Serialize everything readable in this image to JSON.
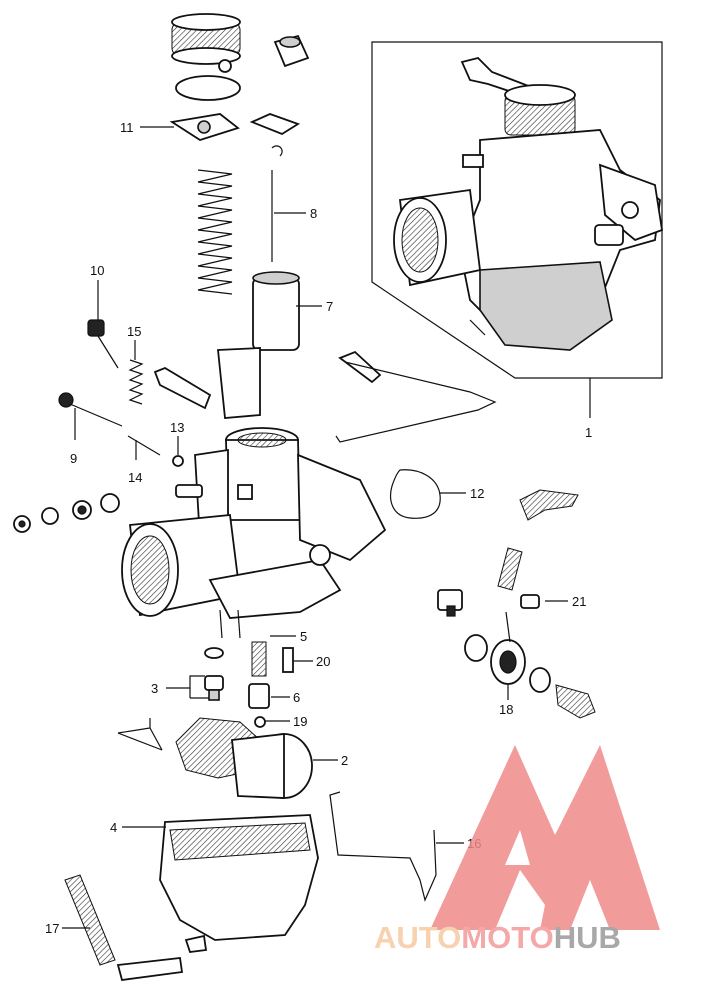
{
  "diagram": {
    "callouts": [
      {
        "id": "c1",
        "text": "1"
      },
      {
        "id": "c2",
        "text": "2"
      },
      {
        "id": "c3",
        "text": "3"
      },
      {
        "id": "c4",
        "text": "4"
      },
      {
        "id": "c5",
        "text": "5"
      },
      {
        "id": "c6",
        "text": "6"
      },
      {
        "id": "c7",
        "text": "7"
      },
      {
        "id": "c8",
        "text": "8"
      },
      {
        "id": "c9",
        "text": "9"
      },
      {
        "id": "c10",
        "text": "10"
      },
      {
        "id": "c11",
        "text": "11"
      },
      {
        "id": "c12",
        "text": "12"
      },
      {
        "id": "c13",
        "text": "13"
      },
      {
        "id": "c14",
        "text": "14"
      },
      {
        "id": "c15",
        "text": "15"
      },
      {
        "id": "c16",
        "text": "16"
      },
      {
        "id": "c17",
        "text": "17"
      },
      {
        "id": "c18",
        "text": "18"
      },
      {
        "id": "c19",
        "text": "19"
      },
      {
        "id": "c20",
        "text": "20"
      },
      {
        "id": "c21",
        "text": "21"
      }
    ]
  },
  "watermark": {
    "part_a": "AUTO",
    "part_b": "MOTO",
    "part_c": "HUB",
    "color_a": "#f7c9a0",
    "color_b": "#f39a9a",
    "color_c": "#9a9a9a",
    "logo_color": "#f08a8a"
  }
}
